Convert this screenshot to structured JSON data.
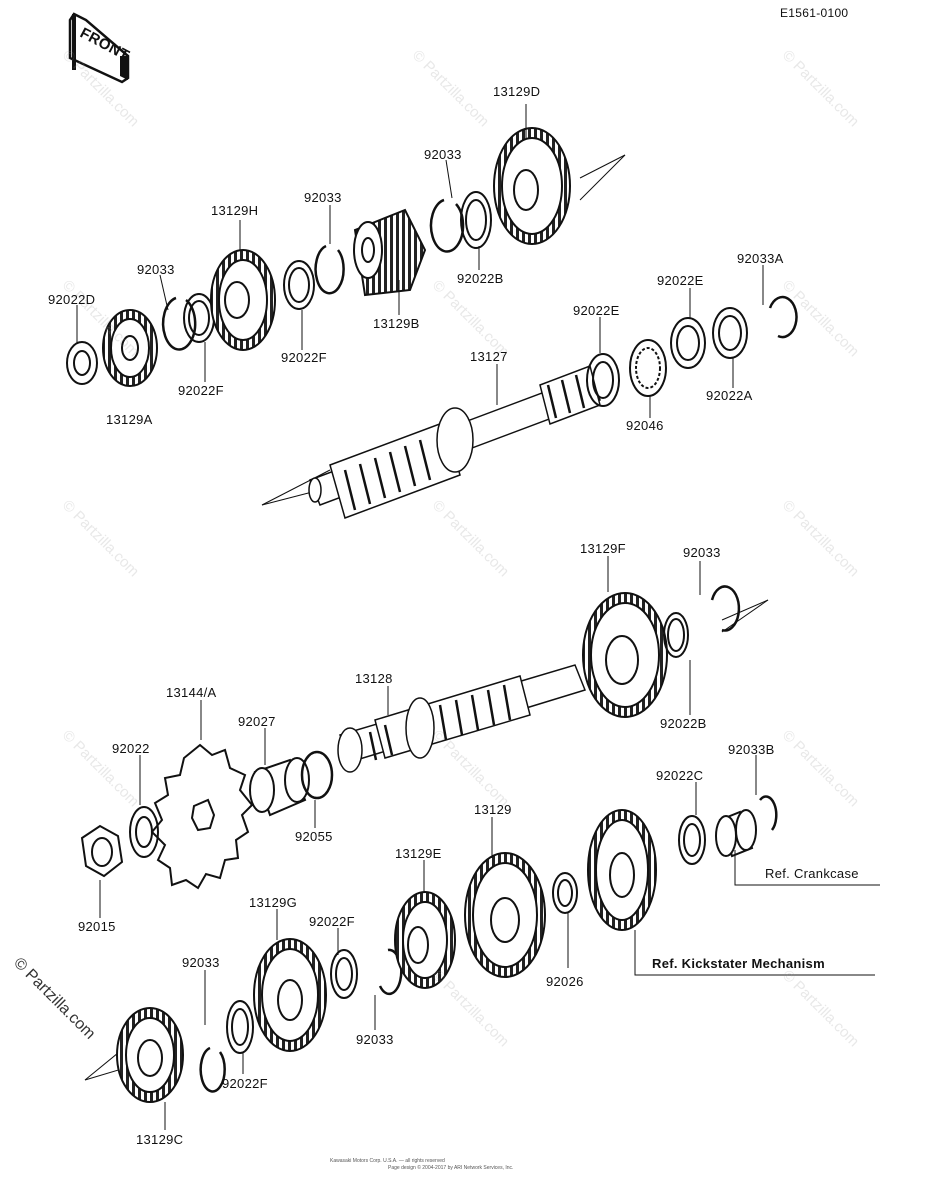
{
  "diagram_id": "E1561-0100",
  "front_label": "FRONT",
  "watermark": "© Partzilla.com",
  "copyright_line1": "Kawasaki Motors Corp. U.S.A. — all rights reserved",
  "copyright_line2": "Page design © 2004-2017 by ARI Network Services, Inc.",
  "part_labels": [
    {
      "id": "p1",
      "text": "13129D"
    },
    {
      "id": "p2",
      "text": "92033"
    },
    {
      "id": "p3",
      "text": "92033"
    },
    {
      "id": "p4",
      "text": "13129H"
    },
    {
      "id": "p5",
      "text": "92033"
    },
    {
      "id": "p6",
      "text": "92022D"
    },
    {
      "id": "p7",
      "text": "92022F"
    },
    {
      "id": "p8",
      "text": "13129B"
    },
    {
      "id": "p9",
      "text": "92022B"
    },
    {
      "id": "p10",
      "text": "92022F"
    },
    {
      "id": "p11",
      "text": "13129A"
    },
    {
      "id": "p12",
      "text": "92022E"
    },
    {
      "id": "p13",
      "text": "92022E"
    },
    {
      "id": "p14",
      "text": "92033A"
    },
    {
      "id": "p15",
      "text": "13127"
    },
    {
      "id": "p16",
      "text": "92046"
    },
    {
      "id": "p17",
      "text": "92022A"
    },
    {
      "id": "p18",
      "text": "13129F"
    },
    {
      "id": "p19",
      "text": "92033"
    },
    {
      "id": "p20",
      "text": "13128"
    },
    {
      "id": "p21",
      "text": "13144/A"
    },
    {
      "id": "p22",
      "text": "92027"
    },
    {
      "id": "p23",
      "text": "92022"
    },
    {
      "id": "p24",
      "text": "92022B"
    },
    {
      "id": "p25",
      "text": "92033B"
    },
    {
      "id": "p26",
      "text": "92022C"
    },
    {
      "id": "p27",
      "text": "92055"
    },
    {
      "id": "p28",
      "text": "13129"
    },
    {
      "id": "p29",
      "text": "13129E"
    },
    {
      "id": "p30",
      "text": "92015"
    },
    {
      "id": "p31",
      "text": "13129G"
    },
    {
      "id": "p32",
      "text": "92022F"
    },
    {
      "id": "p33",
      "text": "92033"
    },
    {
      "id": "p34",
      "text": "92026"
    },
    {
      "id": "p35",
      "text": "92033"
    },
    {
      "id": "p36",
      "text": "92022F"
    },
    {
      "id": "p37",
      "text": "13129C"
    }
  ],
  "refs": {
    "crankcase": "Ref. Crankcase",
    "kickstarter": "Ref. Kickstater Mechanism"
  }
}
